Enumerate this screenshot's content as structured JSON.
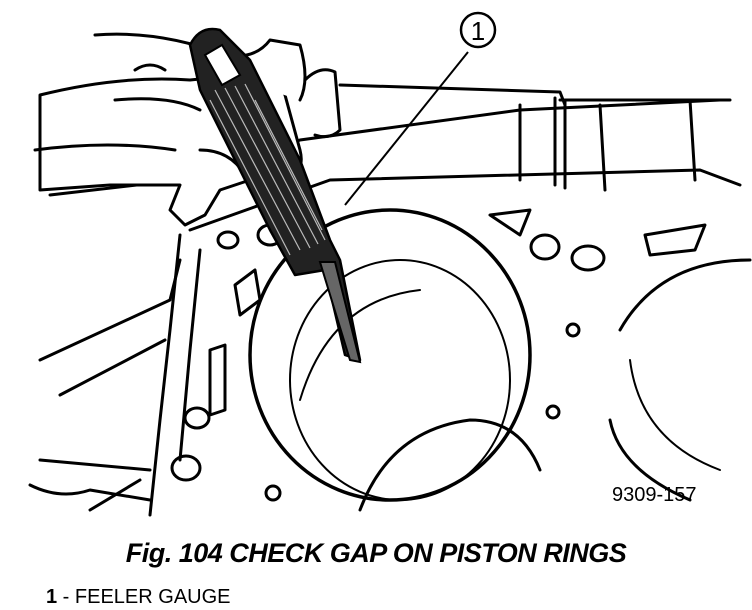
{
  "figure": {
    "callout_number": "1",
    "drawing_id": "9309-157"
  },
  "caption": "Fig. 104 CHECK GAP ON PISTON RINGS",
  "legend": {
    "number": "1",
    "separator": " - ",
    "label": "FEELER GAUGE"
  }
}
